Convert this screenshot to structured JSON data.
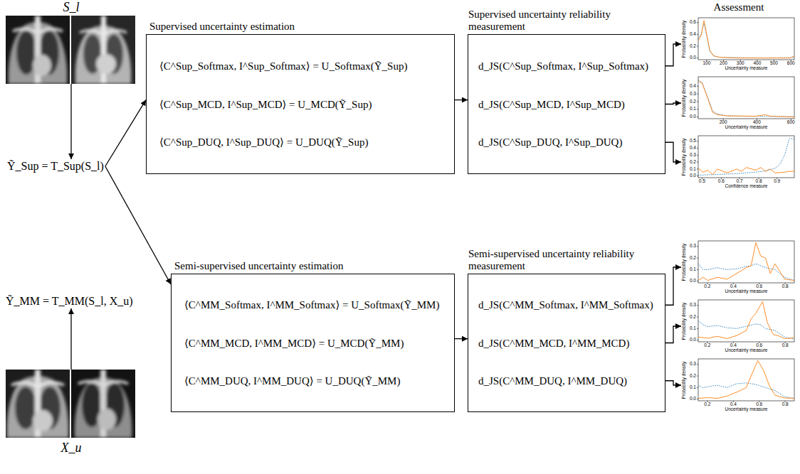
{
  "diagram": {
    "nodes": [
      {
        "text": [
          "S_l"
        ]
      },
      {
        "text": [
          "Ỹ_Sup = T_Sup(S_l)"
        ]
      },
      {
        "text": [
          "Supervised uncertainty estimation",
          "⟨C^Sup_Softmax, I^Sup_Softmax⟩ = U_Softmax(Ỹ_Sup)",
          "⟨C^Sup_MCD, I^Sup_MCD⟩ = U_MCD(Ỹ_Sup)",
          "⟨C^Sup_DUQ, I^Sup_DUQ⟩ = U_DUQ(Ỹ_Sup)"
        ]
      },
      {
        "text": [
          "Supervised uncertainty reliability measurement",
          "d_JS(C^Sup_Softmax, I^Sup_Softmax)",
          "d_JS(C^Sup_MCD, I^Sup_MCD)",
          "d_JS(C^Sup_DUQ, I^Sup_DUQ)"
        ]
      },
      {
        "text": [
          "Probability density",
          "Uncertainty measure",
          "0.0",
          "0.2",
          "0.4",
          "0.6",
          "100",
          "200",
          "300",
          "400",
          "500",
          "600"
        ]
      },
      {
        "text": [
          "Probability density",
          "Uncertainty measure",
          "0.0",
          "0.1",
          "0.2",
          "0.3",
          "0.4",
          "200",
          "400",
          "600"
        ]
      },
      {
        "text": [
          "Probability density",
          "Confidence measure",
          "0.0",
          "0.1",
          "0.2",
          "0.3",
          "0.4",
          "0.5",
          "0.5",
          "0.6",
          "0.7",
          "0.8",
          "0.9"
        ]
      },
      {
        "text": [
          "Ỹ_MM = T_MM(S_l, X_u)"
        ]
      },
      {
        "text": [
          "X_u"
        ]
      },
      {
        "text": [
          "Semi-supervised uncertainty estimation",
          "⟨C^MM_Softmax, I^MM_Softmax⟩ = U_Softmax(Ỹ_MM)",
          "⟨C^MM_MCD, I^MM_MCD⟩ = U_MCD(Ỹ_MM)",
          "⟨C^MM_DUQ, I^MM_DUQ⟩ = U_DUQ(Ỹ_MM)"
        ]
      },
      {
        "text": [
          "Semi-supervised uncertainty reliability measurement",
          "d_JS(C^MM_Softmax, I^MM_Softmax)",
          "d_JS(C^MM_MCD, I^MM_MCD)",
          "d_JS(C^MM_DUQ, I^MM_DUQ)"
        ]
      },
      {
        "text": [
          "Probability density",
          "Uncertainty measure",
          "0.0",
          "0.1",
          "0.2",
          "0.3",
          "0.2",
          "0.4",
          "0.6",
          "0.8"
        ]
      },
      {
        "text": [
          "Probability density",
          "Uncertainty measure",
          "0.0",
          "0.1",
          "0.2",
          "0.3",
          "0.2",
          "0.4",
          "0.6",
          "0.8"
        ]
      },
      {
        "text": [
          "Probability density",
          "Uncertainty measure",
          "0.0",
          "0.1",
          "0.2",
          "0.3",
          "0.2",
          "0.4",
          "0.6",
          "0.8"
        ]
      }
    ],
    "edges": [
      {
        "from": 0,
        "to": 1,
        "arrow": "to"
      },
      {
        "from": 1,
        "to": 2,
        "arrow": "to"
      },
      {
        "from": 1,
        "to": 9,
        "arrow": "to"
      },
      {
        "from": 2,
        "to": 3,
        "arrow": "to"
      },
      {
        "from": 3,
        "to": 4,
        "arrow": "to"
      },
      {
        "from": 3,
        "to": 5,
        "arrow": "to"
      },
      {
        "from": 3,
        "to": 6,
        "arrow": "to"
      },
      {
        "from": 8,
        "to": 7,
        "arrow": "to"
      },
      {
        "from": 9,
        "to": 10,
        "arrow": "to"
      },
      {
        "from": 10,
        "to": 11,
        "arrow": "to"
      },
      {
        "from": 10,
        "to": 12,
        "arrow": "to"
      },
      {
        "from": 10,
        "to": 13,
        "arrow": "to"
      }
    ],
    "labels": [
      "Assessment"
    ]
  }
}
